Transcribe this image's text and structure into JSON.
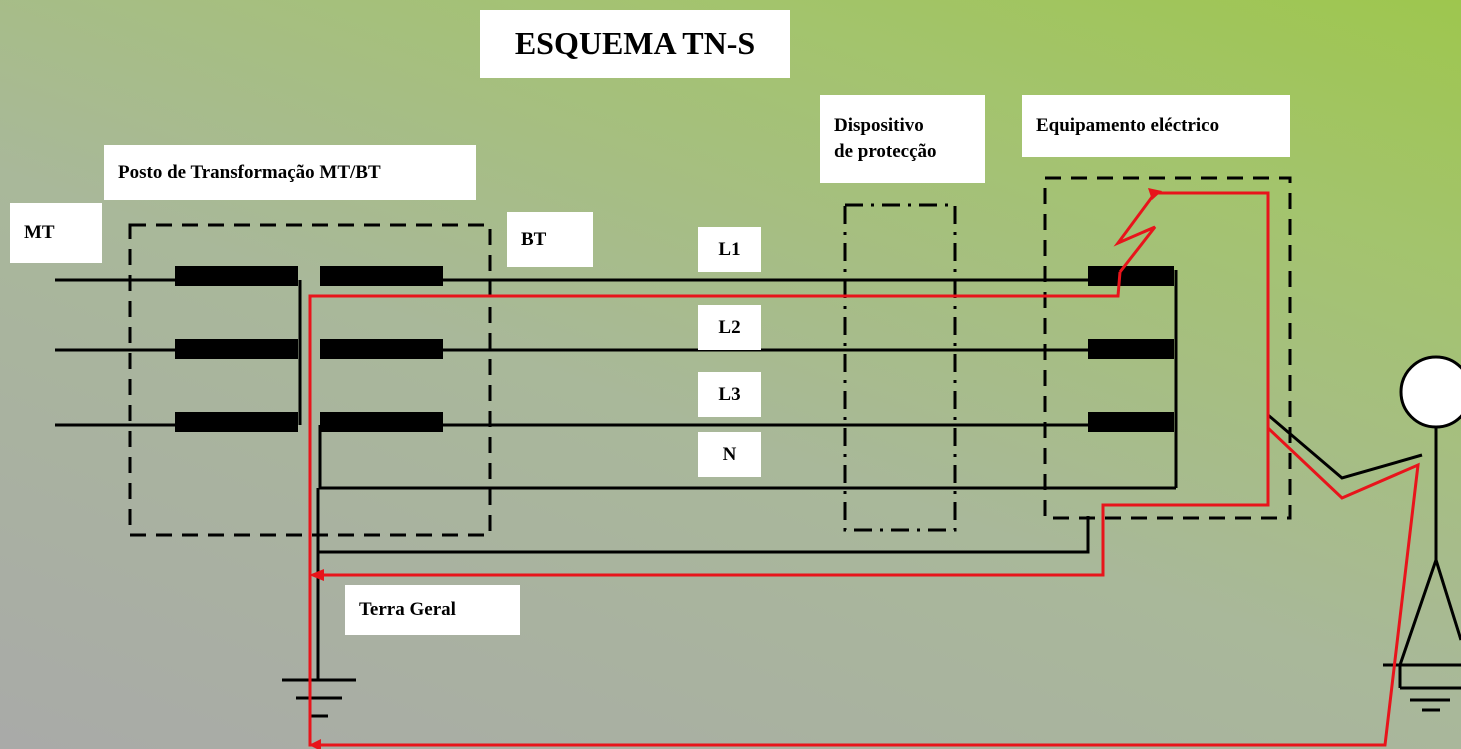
{
  "title": "ESQUEMA TN-S",
  "labels": {
    "mt": "MT",
    "bt": "BT",
    "posto": "Posto de Transformação MT/BT",
    "dispositivo_line1": "Dispositivo",
    "dispositivo_line2": "de protecção",
    "equipamento": "Equipamento eléctrico",
    "l1": "L1",
    "l2": "L2",
    "l3": "L3",
    "n": "N",
    "terra": "Terra Geral"
  },
  "colors": {
    "conductor": "#000000",
    "fault_path": "#e8141b",
    "label_bg": "#ffffff"
  }
}
